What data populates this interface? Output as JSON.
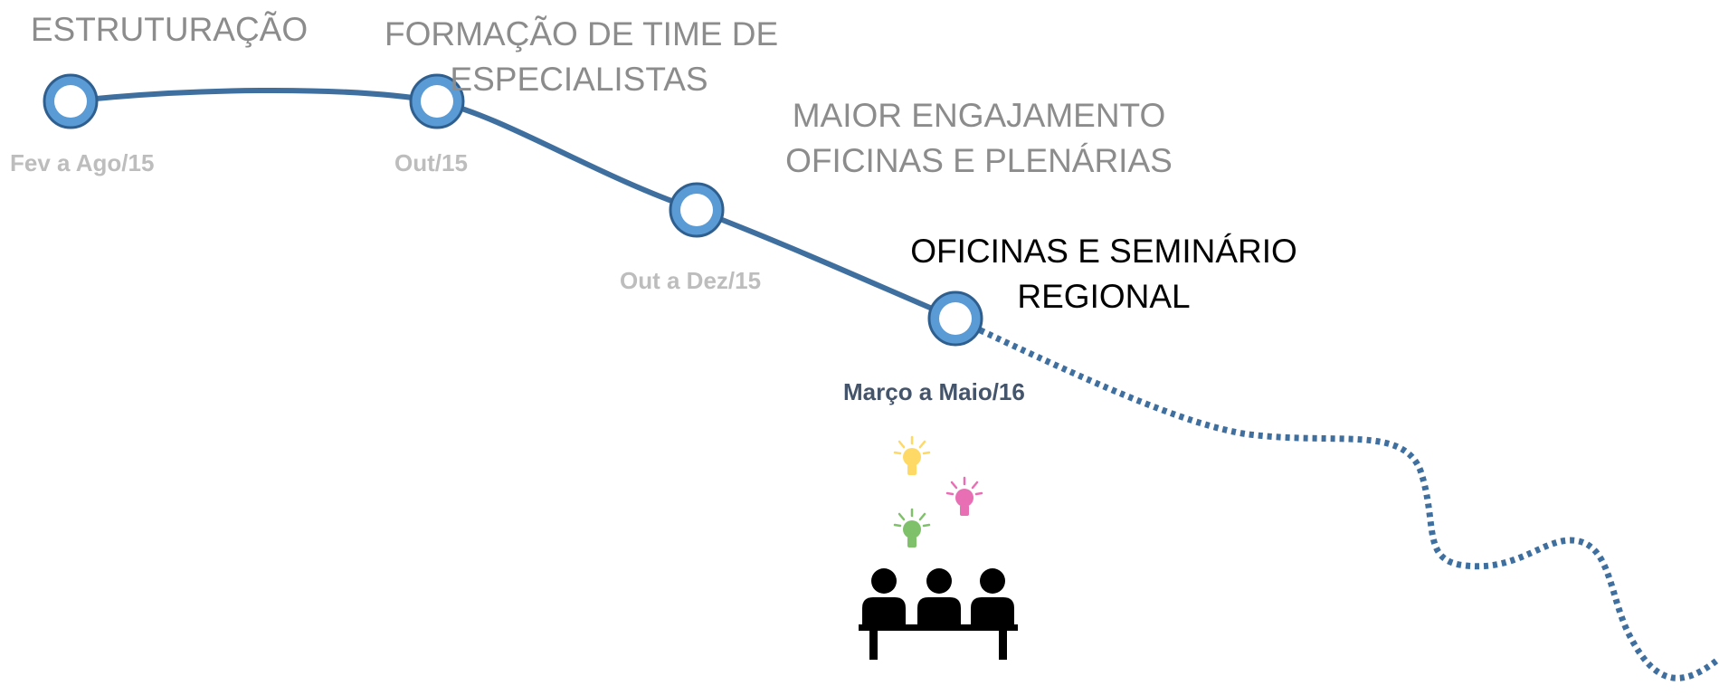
{
  "milestones": [
    {
      "title_lines": [
        "ESTRUTURAÇÃO"
      ],
      "date": "Fev a Ago/15",
      "state": "past"
    },
    {
      "title_lines": [
        "FORMAÇÃO DE TIME DE",
        "ESPECIALISTAS"
      ],
      "date": "Out/15",
      "state": "past"
    },
    {
      "title_lines": [
        "MAIOR ENGAJAMENTO",
        "OFICINAS E PLENÁRIAS"
      ],
      "date": "Out a Dez/15",
      "state": "past"
    },
    {
      "title_lines": [
        "OFICINAS E SEMINÁRIO",
        "REGIONAL"
      ],
      "date": "Março a Maio/16",
      "state": "current"
    }
  ],
  "icons": [
    "lightbulb-yellow-icon",
    "lightbulb-pink-icon",
    "lightbulb-green-icon",
    "people-at-table-icon"
  ],
  "colors": {
    "line": "#3f6f9f",
    "node_fill": "#ffffff",
    "node_ring": "#5b9bd5",
    "node_ring_dark": "#2f5f8f",
    "past_text": "#8c8c8c",
    "past_date": "#bdbdbd",
    "current_text": "#000000",
    "current_date": "#44546a",
    "bulb_yellow": "#ffd966",
    "bulb_pink": "#e96fb4",
    "bulb_green": "#7fc16a"
  }
}
